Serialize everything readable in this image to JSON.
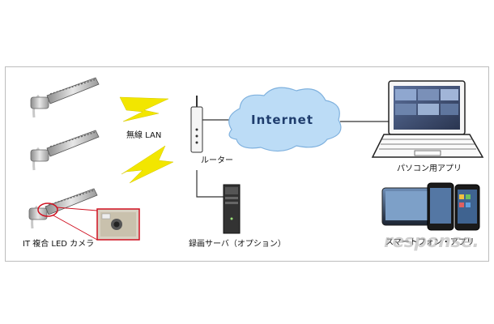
{
  "diagram": {
    "labels": {
      "camera": "IT 複合 LED カメラ",
      "wireless": "無線 LAN",
      "router": "ルーター",
      "internet": "Internet",
      "server": "録画サーバ（オプション）",
      "pc_app": "パソコン用アプリ",
      "phone_app": "スマートフォン・アプリ"
    },
    "watermark": "response.",
    "colors": {
      "bolt": "#f2e600",
      "cloud": "#bcdcf6",
      "cloud_stroke": "#7fb1de",
      "internet_text": "#1f3d6d",
      "highlight": "#d01020"
    }
  }
}
